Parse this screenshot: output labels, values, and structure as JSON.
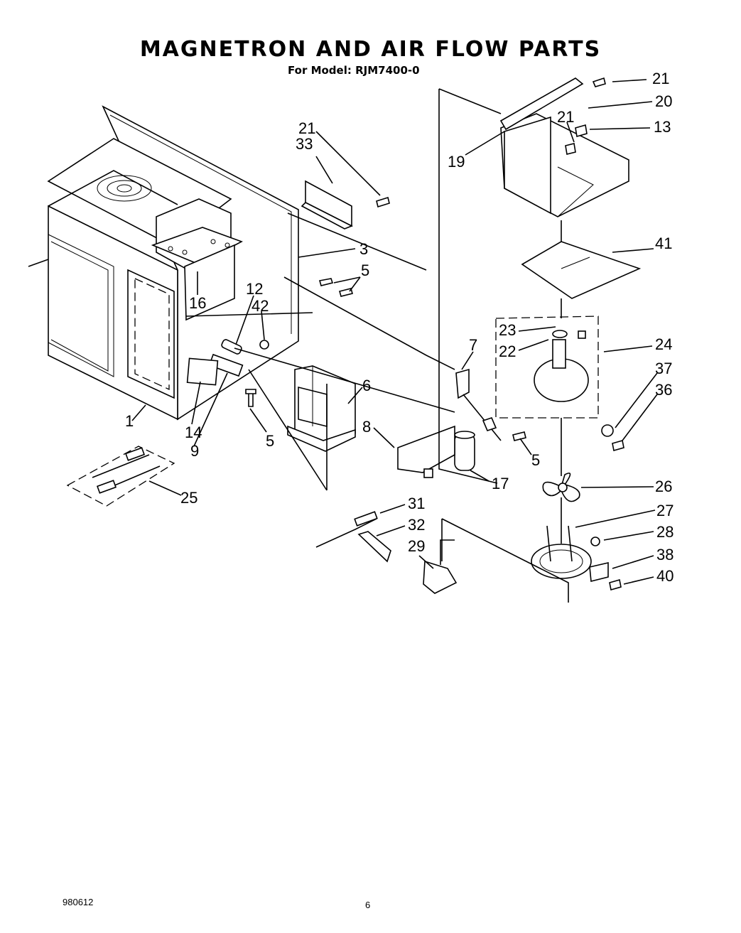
{
  "title": "MAGNETRON AND AIR FLOW PARTS",
  "subtitle": "For Model: RJM7400-0",
  "footer": {
    "code": "980612",
    "page": "6"
  },
  "callouts": {
    "c21a": "21",
    "c20": "20",
    "c21b": "21",
    "c13": "13",
    "c19": "19",
    "c21c": "21",
    "c33": "33",
    "c3": "3",
    "c5a": "5",
    "c41": "41",
    "c12": "12",
    "c42": "42",
    "c16": "16",
    "c23": "23",
    "c24": "24",
    "c22": "22",
    "c7": "7",
    "c37": "37",
    "c6": "6",
    "c36": "36",
    "c1": "1",
    "c14": "14",
    "c9": "9",
    "c5b": "5",
    "c8": "8",
    "c5c": "5",
    "c17": "17",
    "c26": "26",
    "c25": "25",
    "c31": "31",
    "c27": "27",
    "c32": "32",
    "c28": "28",
    "c29": "29",
    "c38": "38",
    "c40": "40"
  }
}
